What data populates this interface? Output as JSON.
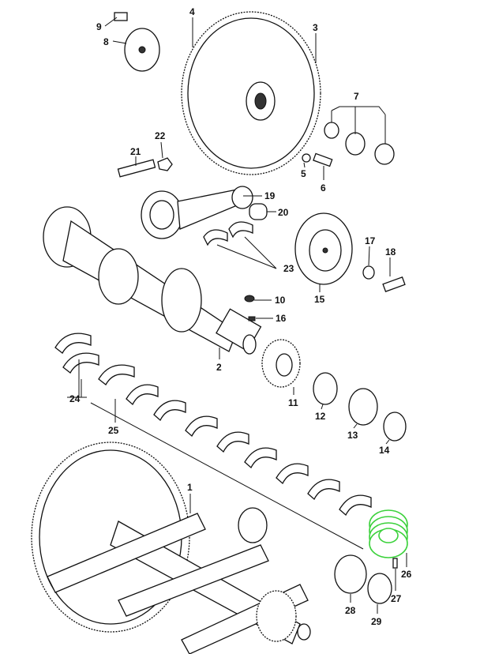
{
  "title": "Crankshaft and flywheel exploded parts diagram",
  "highlight_color": "#3bd13b",
  "labels": {
    "p1": "1",
    "p2": "2",
    "p3": "3",
    "p4": "4",
    "p5": "5",
    "p6": "6",
    "p7": "7",
    "p8": "8",
    "p9": "9",
    "p10": "10",
    "p11": "11",
    "p12": "12",
    "p13": "13",
    "p14": "14",
    "p15": "15",
    "p16": "16",
    "p17": "17",
    "p18": "18",
    "p19": "19",
    "p20": "20",
    "p21": "21",
    "p22": "22",
    "p23": "23",
    "p24": "24",
    "p25": "25",
    "p26": "26",
    "p27": "27",
    "p28": "28",
    "p29": "29"
  },
  "highlighted_part": "26"
}
